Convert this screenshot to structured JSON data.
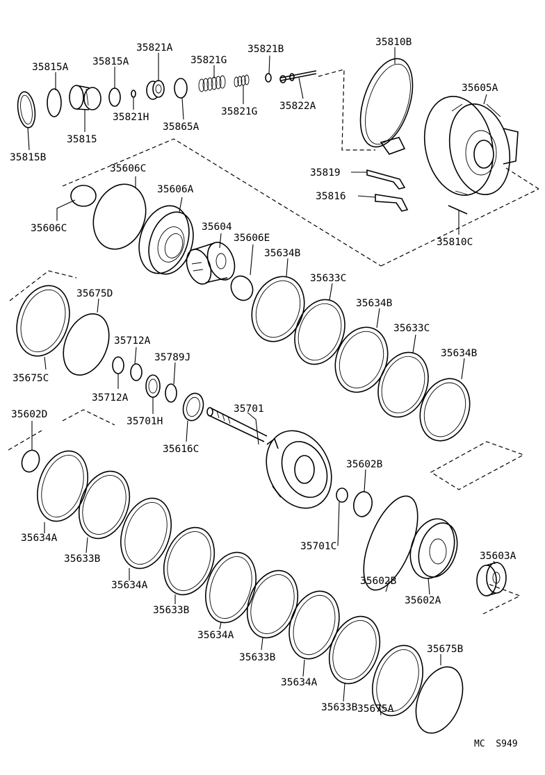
{
  "diagram": {
    "labels": [
      "35815A",
      "35815A",
      "35821A",
      "35821G",
      "35821B",
      "35810B",
      "35815B",
      "35815",
      "35821H",
      "35865A",
      "35821G",
      "35822A",
      "35605A",
      "35819",
      "35816",
      "35810C",
      "35606C",
      "35606A",
      "35606C",
      "35604",
      "35606E",
      "35634B",
      "35633C",
      "35634B",
      "35633C",
      "35634B",
      "35675D",
      "35675C",
      "35712A",
      "35712A",
      "35789J",
      "35701H",
      "35616C",
      "35701",
      "35602D",
      "35602B",
      "35701C",
      "35602B",
      "35602A",
      "35603A",
      "35634A",
      "35633B",
      "35634A",
      "35633B",
      "35634A",
      "35633B",
      "35634A",
      "35633B",
      "35675A",
      "35675B"
    ],
    "code": "MC  S949"
  }
}
